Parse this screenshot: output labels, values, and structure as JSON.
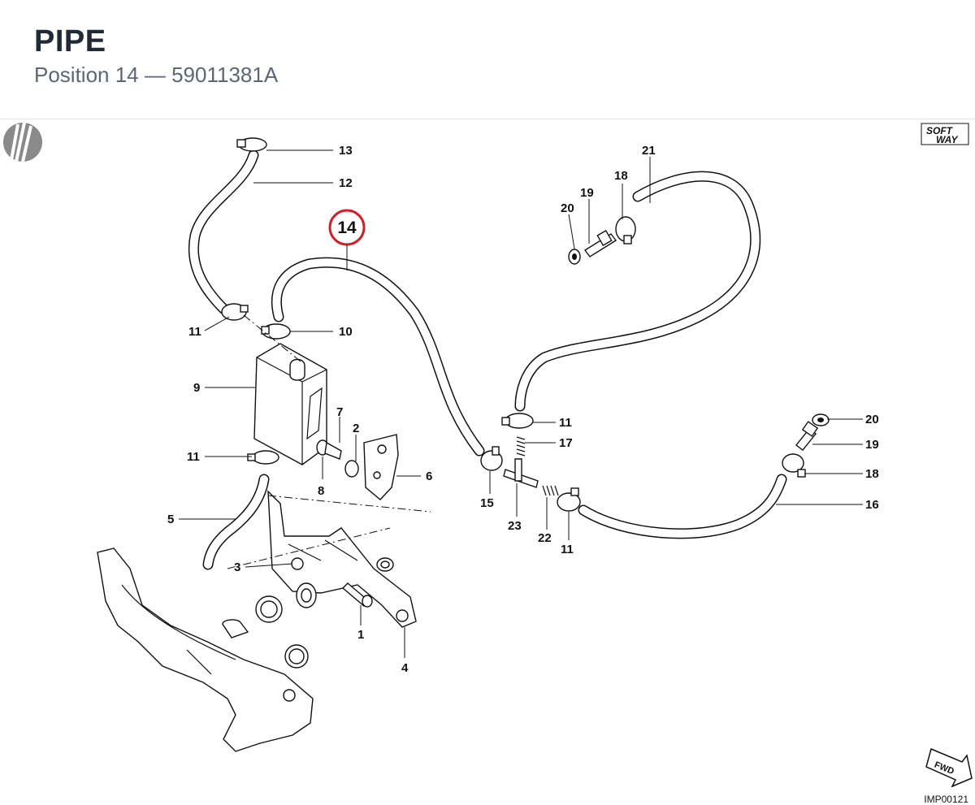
{
  "header": {
    "title": "PIPE",
    "subtitle": "Position 14 — 59011381A"
  },
  "diagram": {
    "highlight_number": "14",
    "highlight_color": "#d0202a",
    "reference_code": "IMP00121",
    "fwd_label": "FWD",
    "logo_text": [
      "SOFT",
      "WAY"
    ],
    "callouts": [
      "13",
      "12",
      "14",
      "11",
      "10",
      "9",
      "7",
      "2",
      "6",
      "11",
      "8",
      "5",
      "3",
      "1",
      "4",
      "21",
      "19",
      "18",
      "20",
      "11",
      "17",
      "15",
      "23",
      "22",
      "11",
      "20",
      "19",
      "18",
      "16"
    ]
  }
}
